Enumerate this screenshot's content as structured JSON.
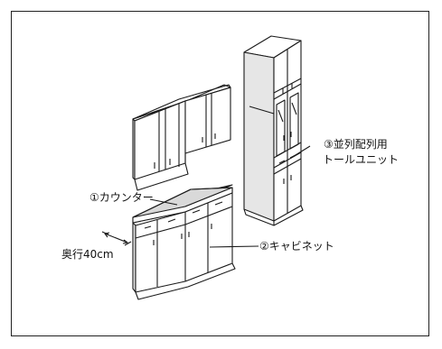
{
  "labels": {
    "counter": "①カウンター",
    "cabinet": "②キャビネット",
    "tall_unit_line1": "③並列配列用",
    "tall_unit_line2": "トールユニット",
    "depth": "奥行40cm"
  },
  "colors": {
    "line": "#1a1a1a",
    "counter_top": "#d9d9d9",
    "panel": "#ffffff",
    "shade": "#e6e6e6"
  }
}
